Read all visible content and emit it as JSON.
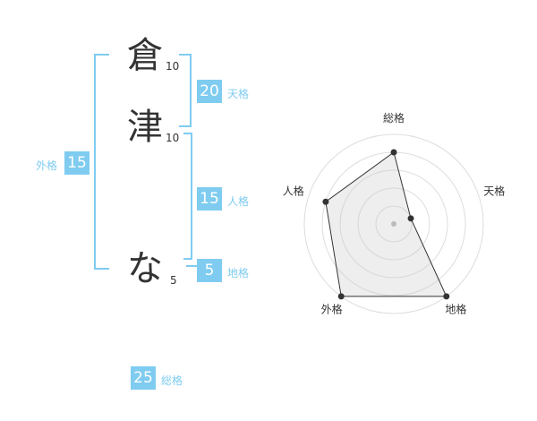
{
  "name": {
    "chars": [
      {
        "char": "倉",
        "strokes": "10"
      },
      {
        "char": "津",
        "strokes": "10"
      },
      {
        "char": "な",
        "strokes": "5"
      }
    ]
  },
  "kakusu": {
    "tenkaku": {
      "value": "20",
      "label": "天格"
    },
    "jinkaku": {
      "value": "15",
      "label": "人格"
    },
    "chikaku": {
      "value": "5",
      "label": "地格"
    },
    "gaikaku": {
      "value": "15",
      "label": "外格"
    },
    "soukaku": {
      "value": "25",
      "label": "総格"
    }
  },
  "colors": {
    "accent": "#7fccf0",
    "text": "#333333"
  },
  "chart_data": {
    "type": "radar",
    "axes": [
      "総格",
      "天格",
      "地格",
      "外格",
      "人格"
    ],
    "values": [
      0.8,
      0.2,
      1.0,
      1.0,
      0.8
    ],
    "max": 1.0,
    "rings": 5
  }
}
